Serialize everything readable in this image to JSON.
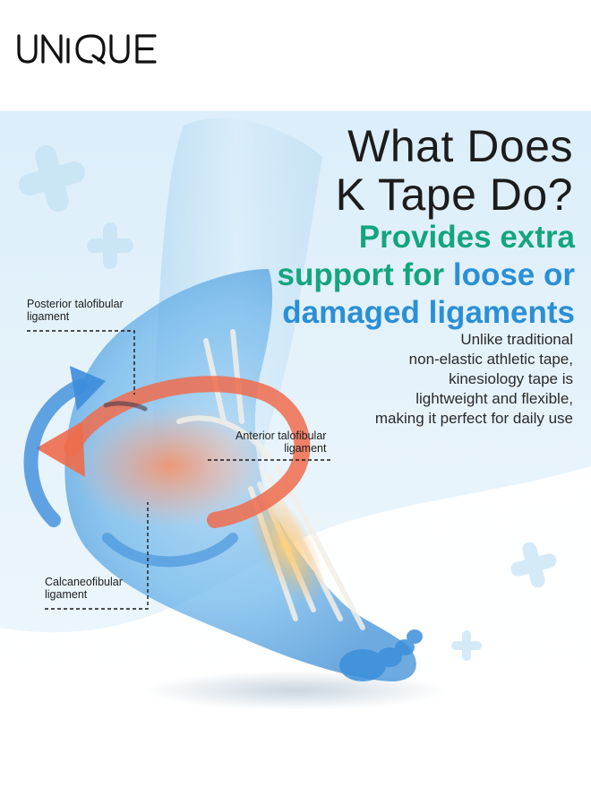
{
  "brand": {
    "logo_text": "UNIQUE"
  },
  "heading": {
    "line1": "What Does",
    "line2": "K Tape Do?"
  },
  "subheading": {
    "line1": "Provides extra",
    "line2_green": "support for",
    "line2_blue": "loose or",
    "line3": "damaged ligaments"
  },
  "body": {
    "lines": [
      "Unlike traditional",
      "non-elastic athletic tape,",
      "kinesiology tape is",
      "lightweight and flexible,",
      "making it perfect for daily use"
    ]
  },
  "labels": {
    "posterior": {
      "line1": "Posterior talofibular",
      "line2": "ligament"
    },
    "anterior": {
      "line1": "Anterior talofibular",
      "line2": "ligament"
    },
    "calcaneo": {
      "line1": "Calcaneofibular",
      "line2": "ligament"
    }
  },
  "colors": {
    "green": "#14a57e",
    "blue": "#2a8fd6",
    "panel": "#dbeef9",
    "text": "#1c1c1c"
  }
}
